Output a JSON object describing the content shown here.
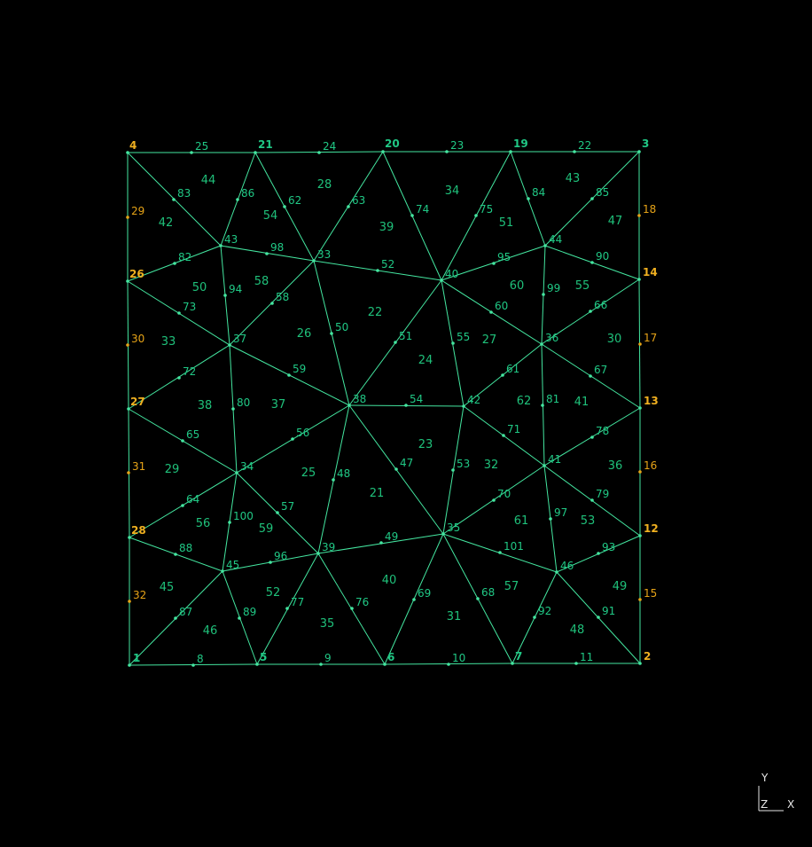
{
  "colors": {
    "background": "#000000",
    "edge": "#44e6a0",
    "element_label": "#1fc07a",
    "node_label": "#20c885",
    "boundary_node_label": "#e6a317",
    "corner_node_label": "#f0b020",
    "axis": "#e6e6e6"
  },
  "axes": {
    "y": "Y",
    "z": "Z",
    "x": "X"
  },
  "nodes": [
    {
      "id": "1",
      "kind": "corner"
    },
    {
      "id": "2",
      "kind": "corner"
    },
    {
      "id": "3",
      "kind": "corner"
    },
    {
      "id": "4",
      "kind": "corner"
    },
    {
      "id": "5",
      "kind": "corner"
    },
    {
      "id": "6",
      "kind": "corner"
    },
    {
      "id": "7",
      "kind": "corner"
    },
    {
      "id": "8",
      "kind": "mid"
    },
    {
      "id": "9",
      "kind": "mid"
    },
    {
      "id": "10",
      "kind": "mid"
    },
    {
      "id": "11",
      "kind": "mid"
    },
    {
      "id": "12",
      "kind": "corner"
    },
    {
      "id": "13",
      "kind": "corner"
    },
    {
      "id": "14",
      "kind": "corner"
    },
    {
      "id": "15",
      "kind": "boundary"
    },
    {
      "id": "16",
      "kind": "boundary"
    },
    {
      "id": "17",
      "kind": "boundary"
    },
    {
      "id": "18",
      "kind": "boundary"
    },
    {
      "id": "19",
      "kind": "corner"
    },
    {
      "id": "20",
      "kind": "corner"
    },
    {
      "id": "21",
      "kind": "corner"
    },
    {
      "id": "22",
      "kind": "mid"
    },
    {
      "id": "23",
      "kind": "mid"
    },
    {
      "id": "24",
      "kind": "mid"
    },
    {
      "id": "25",
      "kind": "mid"
    },
    {
      "id": "26",
      "kind": "corner"
    },
    {
      "id": "27",
      "kind": "corner"
    },
    {
      "id": "28",
      "kind": "corner"
    },
    {
      "id": "29",
      "kind": "boundary"
    },
    {
      "id": "30",
      "kind": "boundary"
    },
    {
      "id": "31",
      "kind": "boundary"
    },
    {
      "id": "32",
      "kind": "boundary"
    },
    {
      "id": "33",
      "kind": "corner"
    },
    {
      "id": "34",
      "kind": "corner"
    },
    {
      "id": "35",
      "kind": "corner"
    },
    {
      "id": "36",
      "kind": "corner"
    },
    {
      "id": "37",
      "kind": "corner"
    },
    {
      "id": "38",
      "kind": "corner"
    },
    {
      "id": "39",
      "kind": "corner"
    },
    {
      "id": "40",
      "kind": "corner"
    },
    {
      "id": "41",
      "kind": "corner"
    },
    {
      "id": "42",
      "kind": "corner"
    },
    {
      "id": "43",
      "kind": "corner"
    },
    {
      "id": "44",
      "kind": "corner"
    },
    {
      "id": "45",
      "kind": "corner"
    },
    {
      "id": "46",
      "kind": "corner"
    },
    {
      "id": "47",
      "kind": "mid"
    },
    {
      "id": "48",
      "kind": "mid"
    },
    {
      "id": "49",
      "kind": "mid"
    },
    {
      "id": "50",
      "kind": "mid"
    },
    {
      "id": "51",
      "kind": "mid"
    },
    {
      "id": "52",
      "kind": "mid"
    },
    {
      "id": "53",
      "kind": "mid"
    },
    {
      "id": "54",
      "kind": "mid"
    },
    {
      "id": "55",
      "kind": "mid"
    },
    {
      "id": "56",
      "kind": "mid"
    },
    {
      "id": "57",
      "kind": "mid"
    },
    {
      "id": "58",
      "kind": "mid"
    },
    {
      "id": "59",
      "kind": "mid"
    },
    {
      "id": "60",
      "kind": "mid"
    },
    {
      "id": "61",
      "kind": "mid"
    },
    {
      "id": "62",
      "kind": "mid"
    },
    {
      "id": "63",
      "kind": "mid"
    },
    {
      "id": "64",
      "kind": "mid"
    },
    {
      "id": "65",
      "kind": "mid"
    },
    {
      "id": "66",
      "kind": "mid"
    },
    {
      "id": "67",
      "kind": "mid"
    },
    {
      "id": "68",
      "kind": "mid"
    },
    {
      "id": "69",
      "kind": "mid"
    },
    {
      "id": "70",
      "kind": "mid"
    },
    {
      "id": "71",
      "kind": "mid"
    },
    {
      "id": "72",
      "kind": "mid"
    },
    {
      "id": "73",
      "kind": "mid"
    },
    {
      "id": "74",
      "kind": "mid"
    },
    {
      "id": "75",
      "kind": "mid"
    },
    {
      "id": "76",
      "kind": "mid"
    },
    {
      "id": "77",
      "kind": "mid"
    },
    {
      "id": "78",
      "kind": "mid"
    },
    {
      "id": "79",
      "kind": "mid"
    },
    {
      "id": "80",
      "kind": "mid"
    },
    {
      "id": "81",
      "kind": "mid"
    },
    {
      "id": "82",
      "kind": "mid"
    },
    {
      "id": "83",
      "kind": "mid"
    },
    {
      "id": "84",
      "kind": "mid"
    },
    {
      "id": "85",
      "kind": "mid"
    },
    {
      "id": "86",
      "kind": "mid"
    },
    {
      "id": "87",
      "kind": "mid"
    },
    {
      "id": "88",
      "kind": "mid"
    },
    {
      "id": "89",
      "kind": "mid"
    },
    {
      "id": "90",
      "kind": "mid"
    },
    {
      "id": "91",
      "kind": "mid"
    },
    {
      "id": "92",
      "kind": "mid"
    },
    {
      "id": "93",
      "kind": "mid"
    },
    {
      "id": "94",
      "kind": "mid"
    },
    {
      "id": "95",
      "kind": "mid"
    },
    {
      "id": "96",
      "kind": "mid"
    },
    {
      "id": "97",
      "kind": "mid"
    },
    {
      "id": "98",
      "kind": "mid"
    },
    {
      "id": "99",
      "kind": "mid"
    },
    {
      "id": "100",
      "kind": "mid"
    },
    {
      "id": "101",
      "kind": "mid"
    }
  ],
  "edges": [
    [
      "4",
      "21"
    ],
    [
      "21",
      "20"
    ],
    [
      "20",
      "19"
    ],
    [
      "19",
      "3"
    ],
    [
      "3",
      "14"
    ],
    [
      "14",
      "13"
    ],
    [
      "13",
      "12"
    ],
    [
      "12",
      "2"
    ],
    [
      "2",
      "7"
    ],
    [
      "7",
      "6"
    ],
    [
      "6",
      "5"
    ],
    [
      "5",
      "1"
    ],
    [
      "1",
      "28"
    ],
    [
      "28",
      "27"
    ],
    [
      "27",
      "26"
    ],
    [
      "26",
      "4"
    ],
    [
      "4",
      "43"
    ],
    [
      "43",
      "21"
    ],
    [
      "43",
      "26"
    ],
    [
      "43",
      "37"
    ],
    [
      "43",
      "33"
    ],
    [
      "21",
      "33"
    ],
    [
      "20",
      "33"
    ],
    [
      "20",
      "40"
    ],
    [
      "19",
      "40"
    ],
    [
      "19",
      "44"
    ],
    [
      "3",
      "44"
    ],
    [
      "44",
      "40"
    ],
    [
      "44",
      "14"
    ],
    [
      "44",
      "36"
    ],
    [
      "33",
      "40"
    ],
    [
      "33",
      "38"
    ],
    [
      "33",
      "37"
    ],
    [
      "26",
      "37"
    ],
    [
      "37",
      "27"
    ],
    [
      "37",
      "38"
    ],
    [
      "37",
      "34"
    ],
    [
      "40",
      "38"
    ],
    [
      "40",
      "42"
    ],
    [
      "40",
      "36"
    ],
    [
      "36",
      "14"
    ],
    [
      "36",
      "13"
    ],
    [
      "36",
      "42"
    ],
    [
      "36",
      "41"
    ],
    [
      "38",
      "42"
    ],
    [
      "38",
      "34"
    ],
    [
      "38",
      "39"
    ],
    [
      "38",
      "35"
    ],
    [
      "42",
      "41"
    ],
    [
      "42",
      "35"
    ],
    [
      "27",
      "34"
    ],
    [
      "34",
      "28"
    ],
    [
      "34",
      "45"
    ],
    [
      "34",
      "39"
    ],
    [
      "41",
      "13"
    ],
    [
      "41",
      "12"
    ],
    [
      "41",
      "35"
    ],
    [
      "41",
      "46"
    ],
    [
      "28",
      "45"
    ],
    [
      "45",
      "1"
    ],
    [
      "45",
      "5"
    ],
    [
      "45",
      "39"
    ],
    [
      "39",
      "5"
    ],
    [
      "39",
      "6"
    ],
    [
      "39",
      "35"
    ],
    [
      "35",
      "6"
    ],
    [
      "35",
      "7"
    ],
    [
      "35",
      "46"
    ],
    [
      "46",
      "7"
    ],
    [
      "46",
      "2"
    ],
    [
      "46",
      "12"
    ]
  ],
  "elements": [
    "21",
    "22",
    "23",
    "24",
    "25",
    "26",
    "27",
    "28",
    "29",
    "30",
    "31",
    "32",
    "33",
    "34",
    "35",
    "36",
    "37",
    "38",
    "39",
    "40",
    "41",
    "42",
    "43",
    "44",
    "45",
    "46",
    "47",
    "48",
    "49",
    "50",
    "51",
    "52",
    "53",
    "54",
    "55",
    "56",
    "57",
    "58",
    "59",
    "60",
    "61",
    "62"
  ]
}
